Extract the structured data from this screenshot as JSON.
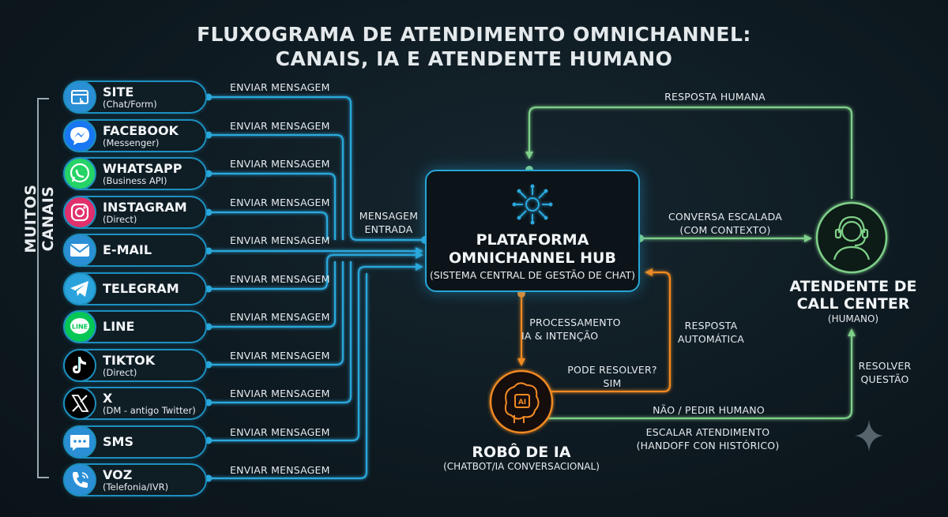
{
  "title": {
    "line1": "FLUXOGRAMA DE ATENDIMENTO OMNICHANNEL:",
    "line2": "CANAIS, IA E ATENDENTE HUMANO"
  },
  "side_label": "MUITOS CANAIS",
  "channels": [
    {
      "name": "SITE",
      "sub": "(Chat/Form)",
      "icon": "browser-icon",
      "color": "#2b8fd6",
      "edge": "ENVIAR MENSAGEM"
    },
    {
      "name": "FACEBOOK",
      "sub": "(Messenger)",
      "icon": "messenger-icon",
      "color": "#1877f2",
      "edge": "ENVIAR MENSAGEM"
    },
    {
      "name": "WHATSAPP",
      "sub": "(Business API)",
      "icon": "whatsapp-icon",
      "color": "#25d366",
      "edge": "ENVIAR MENSAGEM"
    },
    {
      "name": "INSTAGRAM",
      "sub": "(Direct)",
      "icon": "instagram-icon",
      "color": "#e1306c",
      "edge": "ENVIAR MENSAGEM"
    },
    {
      "name": "E-MAIL",
      "sub": "",
      "icon": "envelope-icon",
      "color": "#2b8fd6",
      "edge": "ENVIAR MENSAGEM"
    },
    {
      "name": "TELEGRAM",
      "sub": "",
      "icon": "telegram-icon",
      "color": "#2aa3dc",
      "edge": "ENVIAR MENSAGEM"
    },
    {
      "name": "LINE",
      "sub": "",
      "icon": "line-icon",
      "color": "#06c755",
      "edge": "ENVIAR MENSAGEM"
    },
    {
      "name": "TIKTOK",
      "sub": "(Direct)",
      "icon": "tiktok-icon",
      "color": "#000000",
      "edge": "ENVIAR MENSAGEM"
    },
    {
      "name": "X",
      "sub": "(DM - antigo Twitter)",
      "icon": "x-logo-icon",
      "color": "#000000",
      "edge": "ENVIAR MENSAGEM"
    },
    {
      "name": "SMS",
      "sub": "",
      "icon": "sms-chat-icon",
      "color": "#2b8fd6",
      "edge": "ENVIAR MENSAGEM"
    },
    {
      "name": "VOZ",
      "sub": "(Telefonia/IVR)",
      "icon": "phone-icon",
      "color": "#2b8fd6",
      "edge": "ENVIAR MENSAGEM"
    }
  ],
  "hub": {
    "title1": "PLATAFORMA",
    "title2": "OMNICHANNEL HUB",
    "subtitle": "(SISTEMA CENTRAL DE GESTÃO DE CHAT)",
    "icon": "hub-network-icon"
  },
  "robot": {
    "title": "ROBÔ DE IA",
    "subtitle": "(CHATBOT/IA CONVERSACIONAL)",
    "icon": "ai-brain-icon",
    "chip_text": "AI"
  },
  "agent": {
    "title1": "ATENDENTE DE",
    "title2": "CALL CENTER",
    "subtitle": "(HUMANO)",
    "icon": "headset-agent-icon"
  },
  "edges": {
    "mensagem_entrada_1": "MENSAGEM",
    "mensagem_entrada_2": "ENTRADA",
    "resposta_humana": "RESPOSTA HUMANA",
    "conversa_escalada_1": "CONVERSA ESCALADA",
    "conversa_escalada_2": "(COM CONTEXTO)",
    "processamento_1": "PROCESSAMENTO",
    "processamento_2": "IA & INTENÇÃO",
    "resposta_auto_1": "RESPOSTA",
    "resposta_auto_2": "AUTOMÁTICA",
    "pode_resolver_1": "PODE RESOLVER?",
    "pode_resolver_2": "SIM",
    "nao_pedir": "NÃO / PEDIR HUMANO",
    "escalar_1": "ESCALAR ATENDIMENTO",
    "escalar_2": "(HANDOFF CON HISTÓRICO)",
    "resolver_1": "RESOLVER",
    "resolver_2": "QUESTÃO"
  },
  "colors": {
    "blue": "#2aa8dc",
    "orange": "#f08a24",
    "green": "#7fd08a",
    "text": "#e8ecef"
  },
  "corner_icon": "sparkle-icon"
}
